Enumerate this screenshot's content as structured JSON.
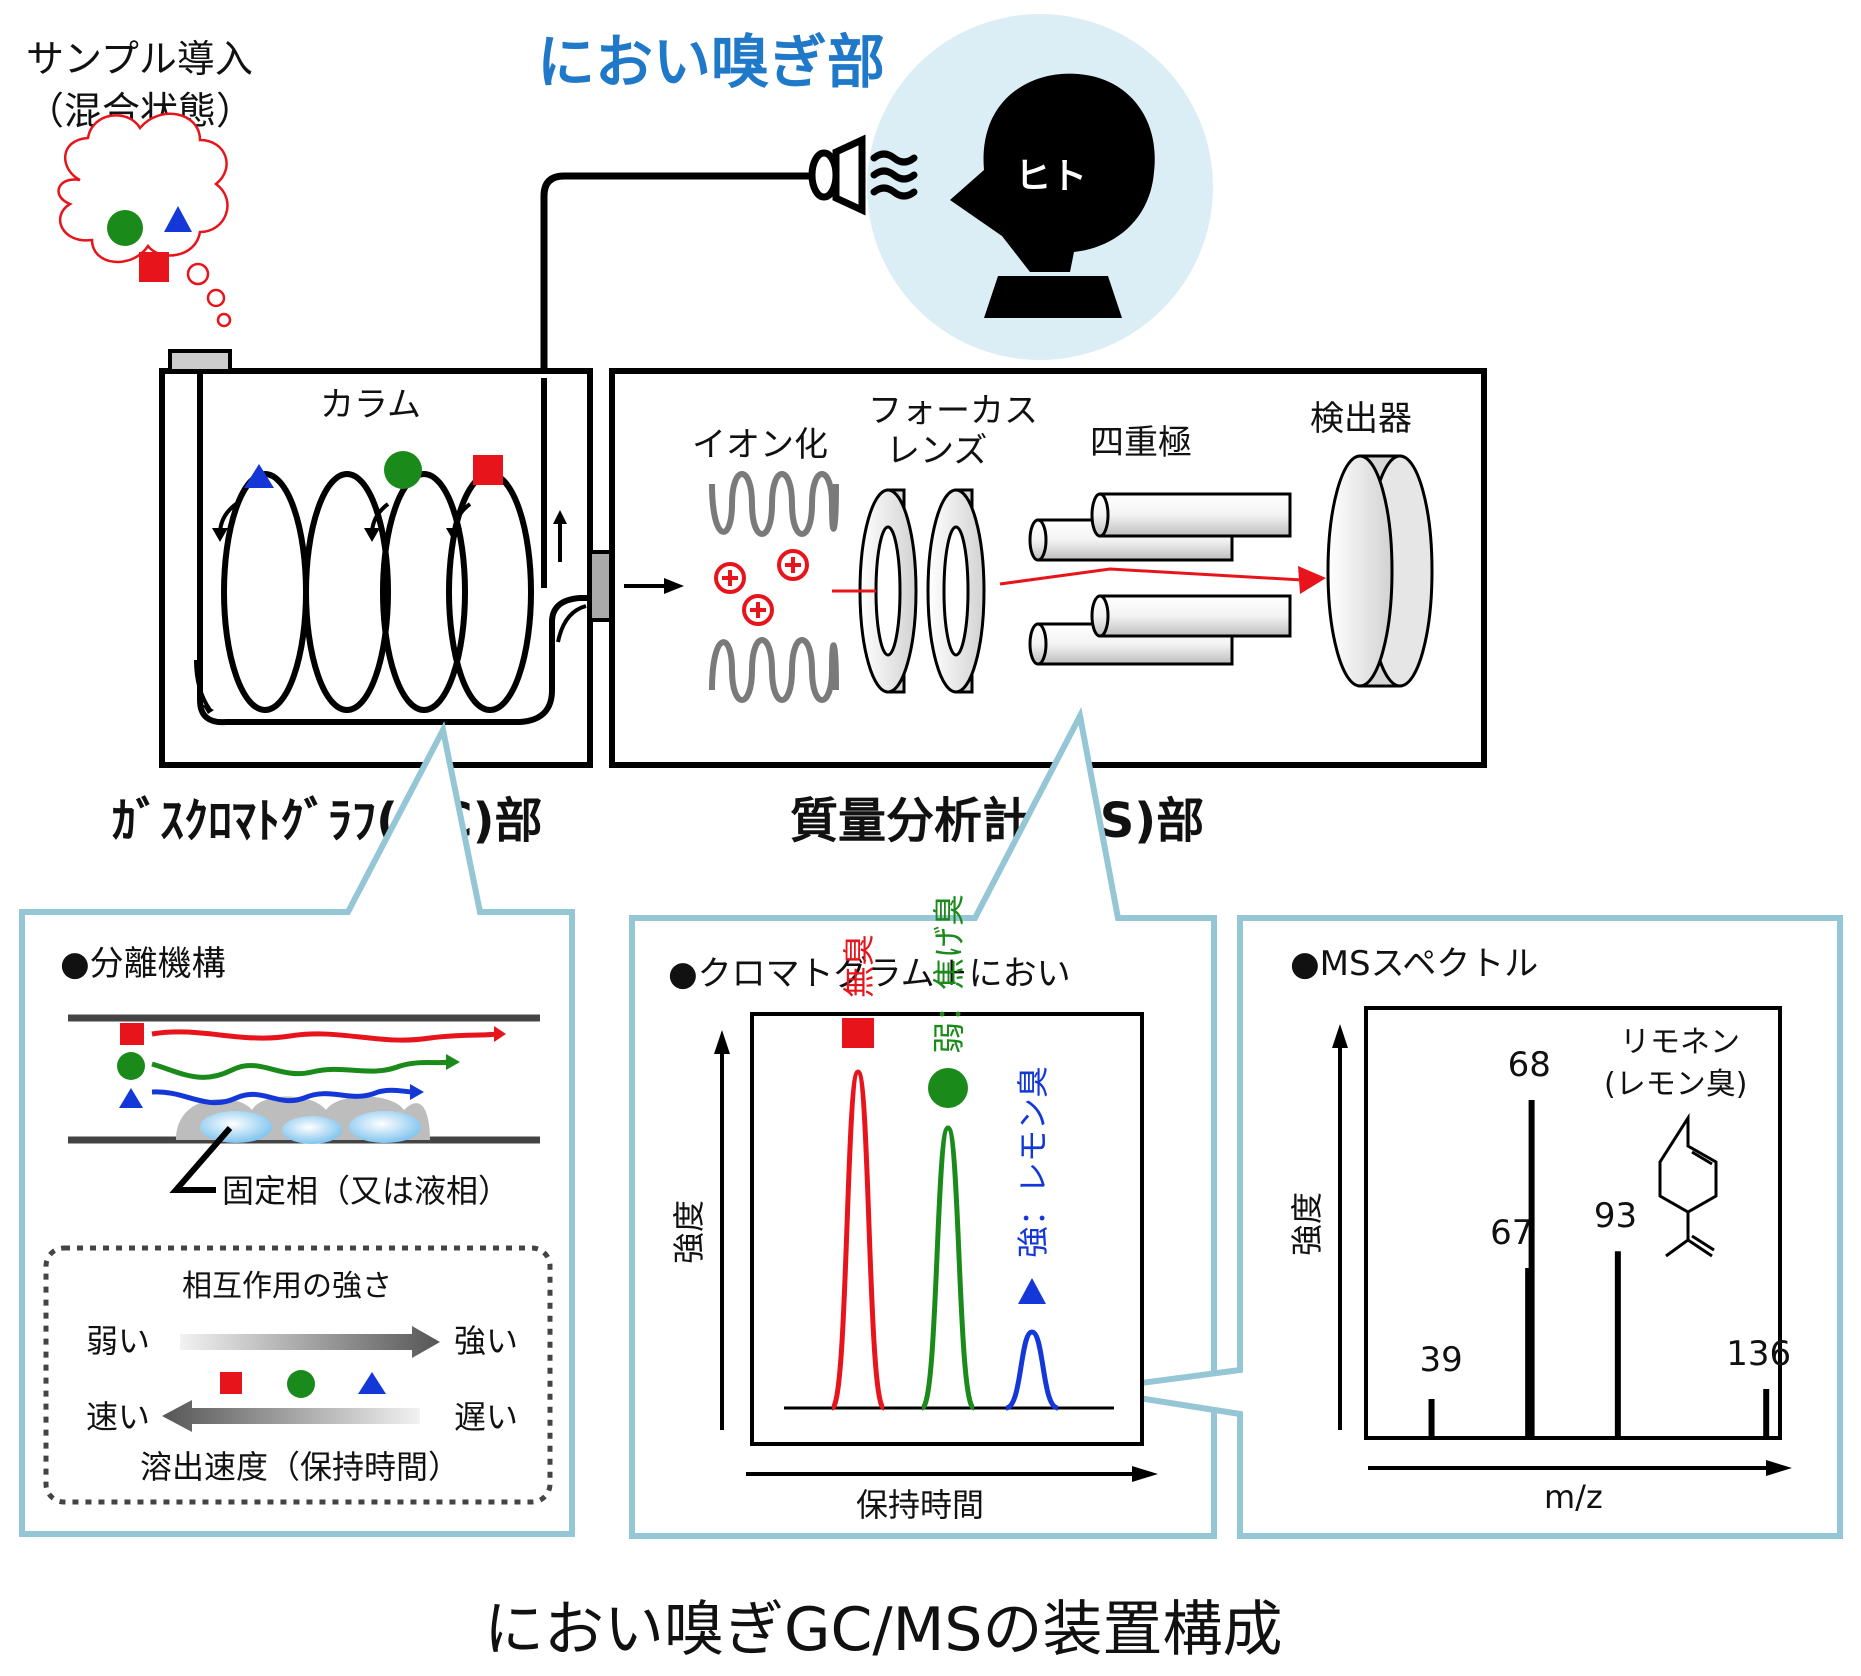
{
  "diagram": {
    "title": "におい嗅ぎGC/MSの装置構成",
    "sniff_port": {
      "title": "におい嗅ぎ部",
      "person_label": "ヒト"
    },
    "sample_intro": {
      "line1": "サンプル導入",
      "line2": "（混合状態）"
    },
    "gc": {
      "title": "ｶﾞｽｸﾛﾏﾄｸﾞﾗﾌ(GC)部",
      "column_label": "カラム"
    },
    "ms": {
      "title": "質量分析計(MS)部",
      "ionization": "イオン化",
      "focus_lens_line1": "フォーカス",
      "focus_lens_line2": "レンズ",
      "quadrupole": "四重極",
      "detector": "検出器"
    },
    "separation_panel": {
      "title": "●分離機構",
      "stationary_phase": "固定相（又は液相）",
      "interaction_title": "相互作用の強さ",
      "weak": "弱い",
      "strong": "強い",
      "fast": "速い",
      "slow": "遅い",
      "elution_label": "溶出速度（保持時間）"
    },
    "colors": {
      "red": "#e8141b",
      "green": "#1a8a1a",
      "blue": "#1437d8",
      "accent_blue": "#1f78c8",
      "panel_border": "#94c6d6",
      "halo": "#dceef5"
    }
  },
  "chart_data": [
    {
      "type": "line",
      "title": "●クロマトグラム＋におい",
      "xlabel": "保持時間",
      "ylabel": "強度",
      "peaks": [
        {
          "label": "無臭",
          "marker": "square",
          "color": "#e8141b",
          "relative_height": 0.84
        },
        {
          "label": "弱：焦げ臭",
          "marker": "circle",
          "color": "#1a8a1a",
          "relative_height": 0.7
        },
        {
          "label": "強：レモン臭",
          "marker": "triangle",
          "color": "#1437d8",
          "relative_height": 0.19
        }
      ]
    },
    {
      "type": "bar",
      "title": "●MSスペクトル",
      "xlabel": "m/z",
      "ylabel": "強度",
      "annotation_line1": "リモネン",
      "annotation_line2": "(レモン臭)",
      "categories": [
        "39",
        "67",
        "68",
        "93",
        "136"
      ],
      "values": [
        0.11,
        0.5,
        1.0,
        0.55,
        0.14
      ]
    }
  ]
}
